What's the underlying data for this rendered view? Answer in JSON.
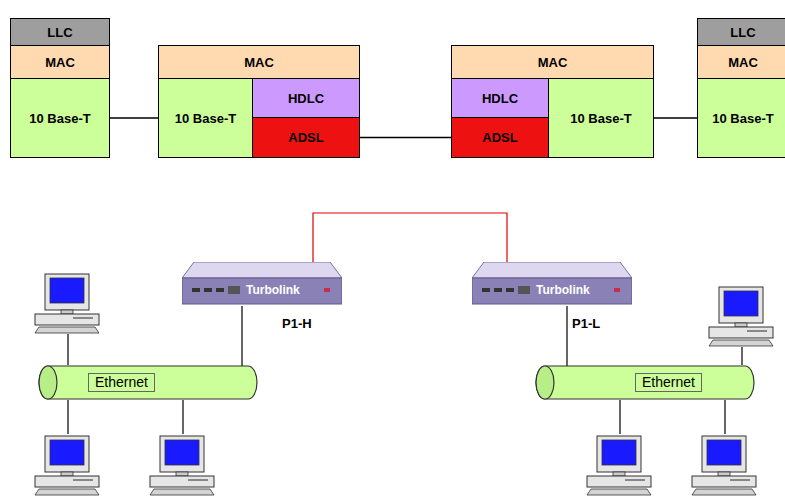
{
  "diagram": {
    "nodes": [
      {
        "text": [
          "LLC"
        ]
      },
      {
        "text": [
          "MAC"
        ]
      },
      {
        "text": [
          "10 Base-T"
        ]
      },
      {
        "text": [
          "MAC"
        ]
      },
      {
        "text": [
          "10 Base-T"
        ]
      },
      {
        "text": [
          "HDLC"
        ]
      },
      {
        "text": [
          "ADSL"
        ]
      },
      {
        "text": [
          "MAC"
        ]
      },
      {
        "text": [
          "HDLC"
        ]
      },
      {
        "text": [
          "ADSL"
        ]
      },
      {
        "text": [
          "10 Base-T"
        ]
      },
      {
        "text": [
          "LLC"
        ]
      },
      {
        "text": [
          "MAC"
        ]
      },
      {
        "text": [
          "10 Base-T"
        ]
      },
      {
        "text": [
          "Turbolink",
          "P1-H"
        ]
      },
      {
        "text": [
          "Turbolink",
          "P1-L"
        ]
      },
      {
        "text": [
          "Ethernet"
        ]
      },
      {
        "text": [
          "Ethernet"
        ]
      }
    ],
    "edges": [
      {
        "from": 2,
        "to": 4,
        "arrow": "none"
      },
      {
        "from": 6,
        "to": 9,
        "arrow": "none"
      },
      {
        "from": 10,
        "to": 13,
        "arrow": "none"
      },
      {
        "from": 14,
        "to": 15,
        "arrow": "none"
      },
      {
        "from": 14,
        "to": 16,
        "arrow": "none"
      },
      {
        "from": 15,
        "to": 17,
        "arrow": "none"
      }
    ]
  }
}
